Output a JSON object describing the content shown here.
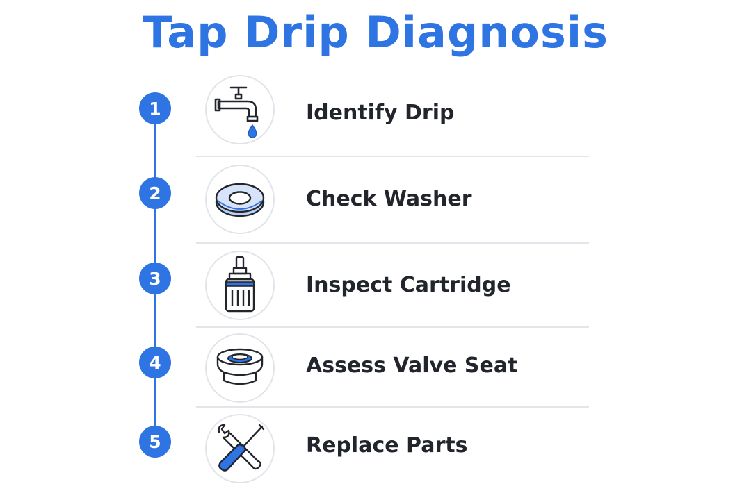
{
  "title": "Tap Drip Diagnosis",
  "colors": {
    "accent": "#2f74e3",
    "text": "#22262c",
    "divider": "#e3e5ea"
  },
  "steps": [
    {
      "number": "1",
      "label": "Identify Drip",
      "icon": "faucet-drip-icon"
    },
    {
      "number": "2",
      "label": "Check Washer",
      "icon": "washer-icon"
    },
    {
      "number": "3",
      "label": "Inspect Cartridge",
      "icon": "cartridge-icon"
    },
    {
      "number": "4",
      "label": "Assess Valve Seat",
      "icon": "valve-seat-icon"
    },
    {
      "number": "5",
      "label": "Replace Parts",
      "icon": "wrench-screwdriver-icon"
    }
  ]
}
